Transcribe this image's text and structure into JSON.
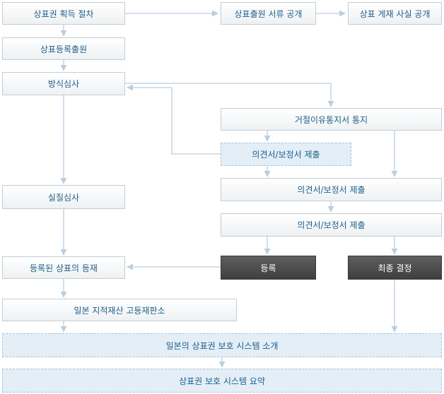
{
  "nodes": {
    "acquisition": "상표권 획득 절차",
    "publication": "상표출원 서류 공개",
    "info_publication": "상표 게재 사실 공개",
    "application": "상표등록출원",
    "formality": "방식심사",
    "rejection_notice": "거절이유통지서 통지",
    "opinion_1": "의견서/보정서 제출",
    "substantive": "실질심사",
    "opinion_2": "의견서/보정서 제출",
    "opinion_3": "의견서/보정서 제출",
    "registration": "등록",
    "final_decision": "최종 결정",
    "registered": "등록된 상표의 등재",
    "ip_court": "일본 지적재산 고등재판소",
    "intro": "일본의 상표권 보호 시스템 소개",
    "summary": "상표권 보호 시스템 요약"
  },
  "colors": {
    "text": "#1f5f8a",
    "arrow": "#b9cfe0",
    "dark_box": "#4a4a4a",
    "blue_box": "#e3eef7"
  }
}
